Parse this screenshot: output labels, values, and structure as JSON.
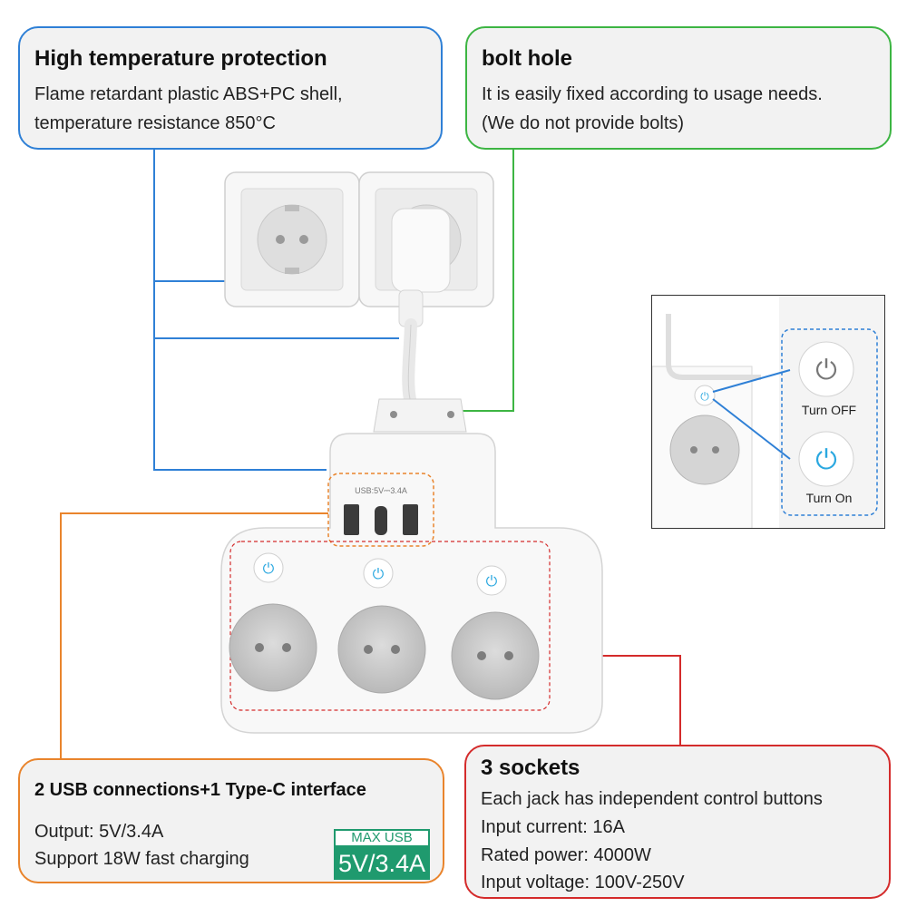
{
  "callouts": {
    "temperature": {
      "title": "High temperature protection",
      "lines": [
        "Flame retardant plastic ABS+PC shell,",
        "temperature resistance 850°C"
      ],
      "color": "#2f80d6"
    },
    "bolt_hole": {
      "title": "bolt hole",
      "lines": [
        "It is easily fixed according to usage needs.",
        "(We do not provide bolts)"
      ],
      "color": "#3db543"
    },
    "usb": {
      "title": "2 USB connections+1 Type-C interface",
      "lines": [
        "Output: 5V/3.4A",
        "Support 18W fast charging"
      ],
      "color": "#e9842c"
    },
    "sockets": {
      "title": "3 sockets",
      "lines": [
        "Each jack has independent control buttons",
        "Input current: 16A",
        "Rated power: 4000W",
        "Input voltage: 100V-250V"
      ],
      "color": "#d42b2b"
    }
  },
  "usb_badge": {
    "top": "MAX USB",
    "bottom": "5V/3.4A",
    "color": "#1f9a6e"
  },
  "product": {
    "usb_label": "USB:5V⎓3.4A",
    "button_color": "#2ba8e0"
  },
  "inset": {
    "turn_off_label": "Turn OFF",
    "turn_on_label": "Turn On"
  }
}
